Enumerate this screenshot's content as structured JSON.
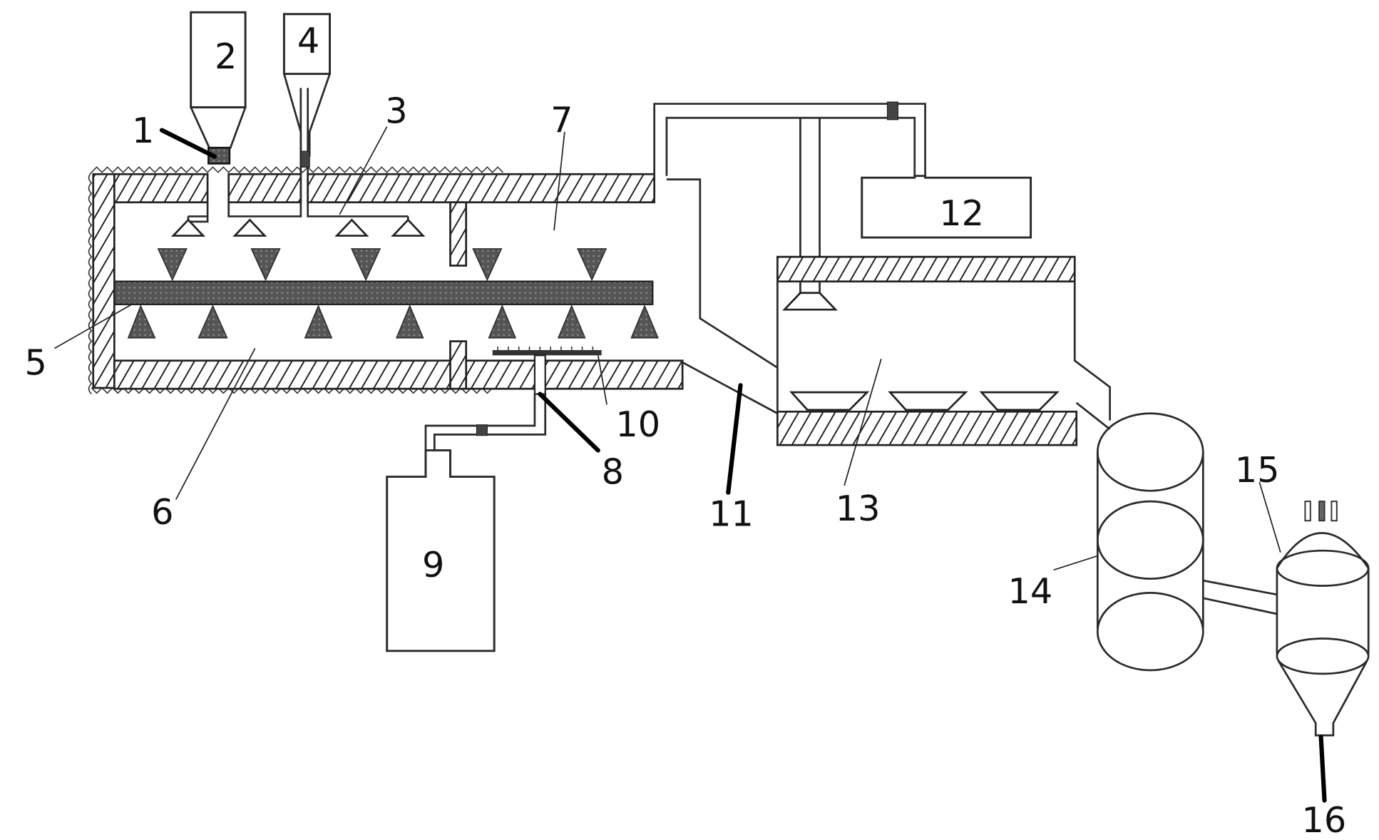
{
  "figure": {
    "type": "process-schematic",
    "description": "Apparatus with two-zone conveyor furnace, feed hoppers, gas cylinder, condensation chamber, storage tanks and cyclone separator"
  },
  "labels": {
    "l1": "1",
    "l2": "2",
    "l3": "3",
    "l4": "4",
    "l5": "5",
    "l6": "6",
    "l7": "7",
    "l8": "8",
    "l9": "9",
    "l10": "10",
    "l11": "11",
    "l12": "12",
    "l13": "13",
    "l14": "14",
    "l15": "15",
    "l16": "16"
  },
  "components": [
    {
      "id": "1",
      "name": "feed-valve"
    },
    {
      "id": "2",
      "name": "hopper-large"
    },
    {
      "id": "3",
      "name": "spray-distributor"
    },
    {
      "id": "4",
      "name": "hopper-small"
    },
    {
      "id": "5",
      "name": "conveyor-belt"
    },
    {
      "id": "6",
      "name": "first-furnace-zone"
    },
    {
      "id": "7",
      "name": "second-furnace-zone"
    },
    {
      "id": "8",
      "name": "gas-inlet-pipe"
    },
    {
      "id": "9",
      "name": "gas-cylinder"
    },
    {
      "id": "10",
      "name": "gas-distribution-plate"
    },
    {
      "id": "11",
      "name": "exhaust-duct"
    },
    {
      "id": "12",
      "name": "collection-box"
    },
    {
      "id": "13",
      "name": "condensation-chamber"
    },
    {
      "id": "14",
      "name": "storage-tank-column"
    },
    {
      "id": "15",
      "name": "cyclone-separator"
    },
    {
      "id": "16",
      "name": "discharge-outlet"
    }
  ]
}
